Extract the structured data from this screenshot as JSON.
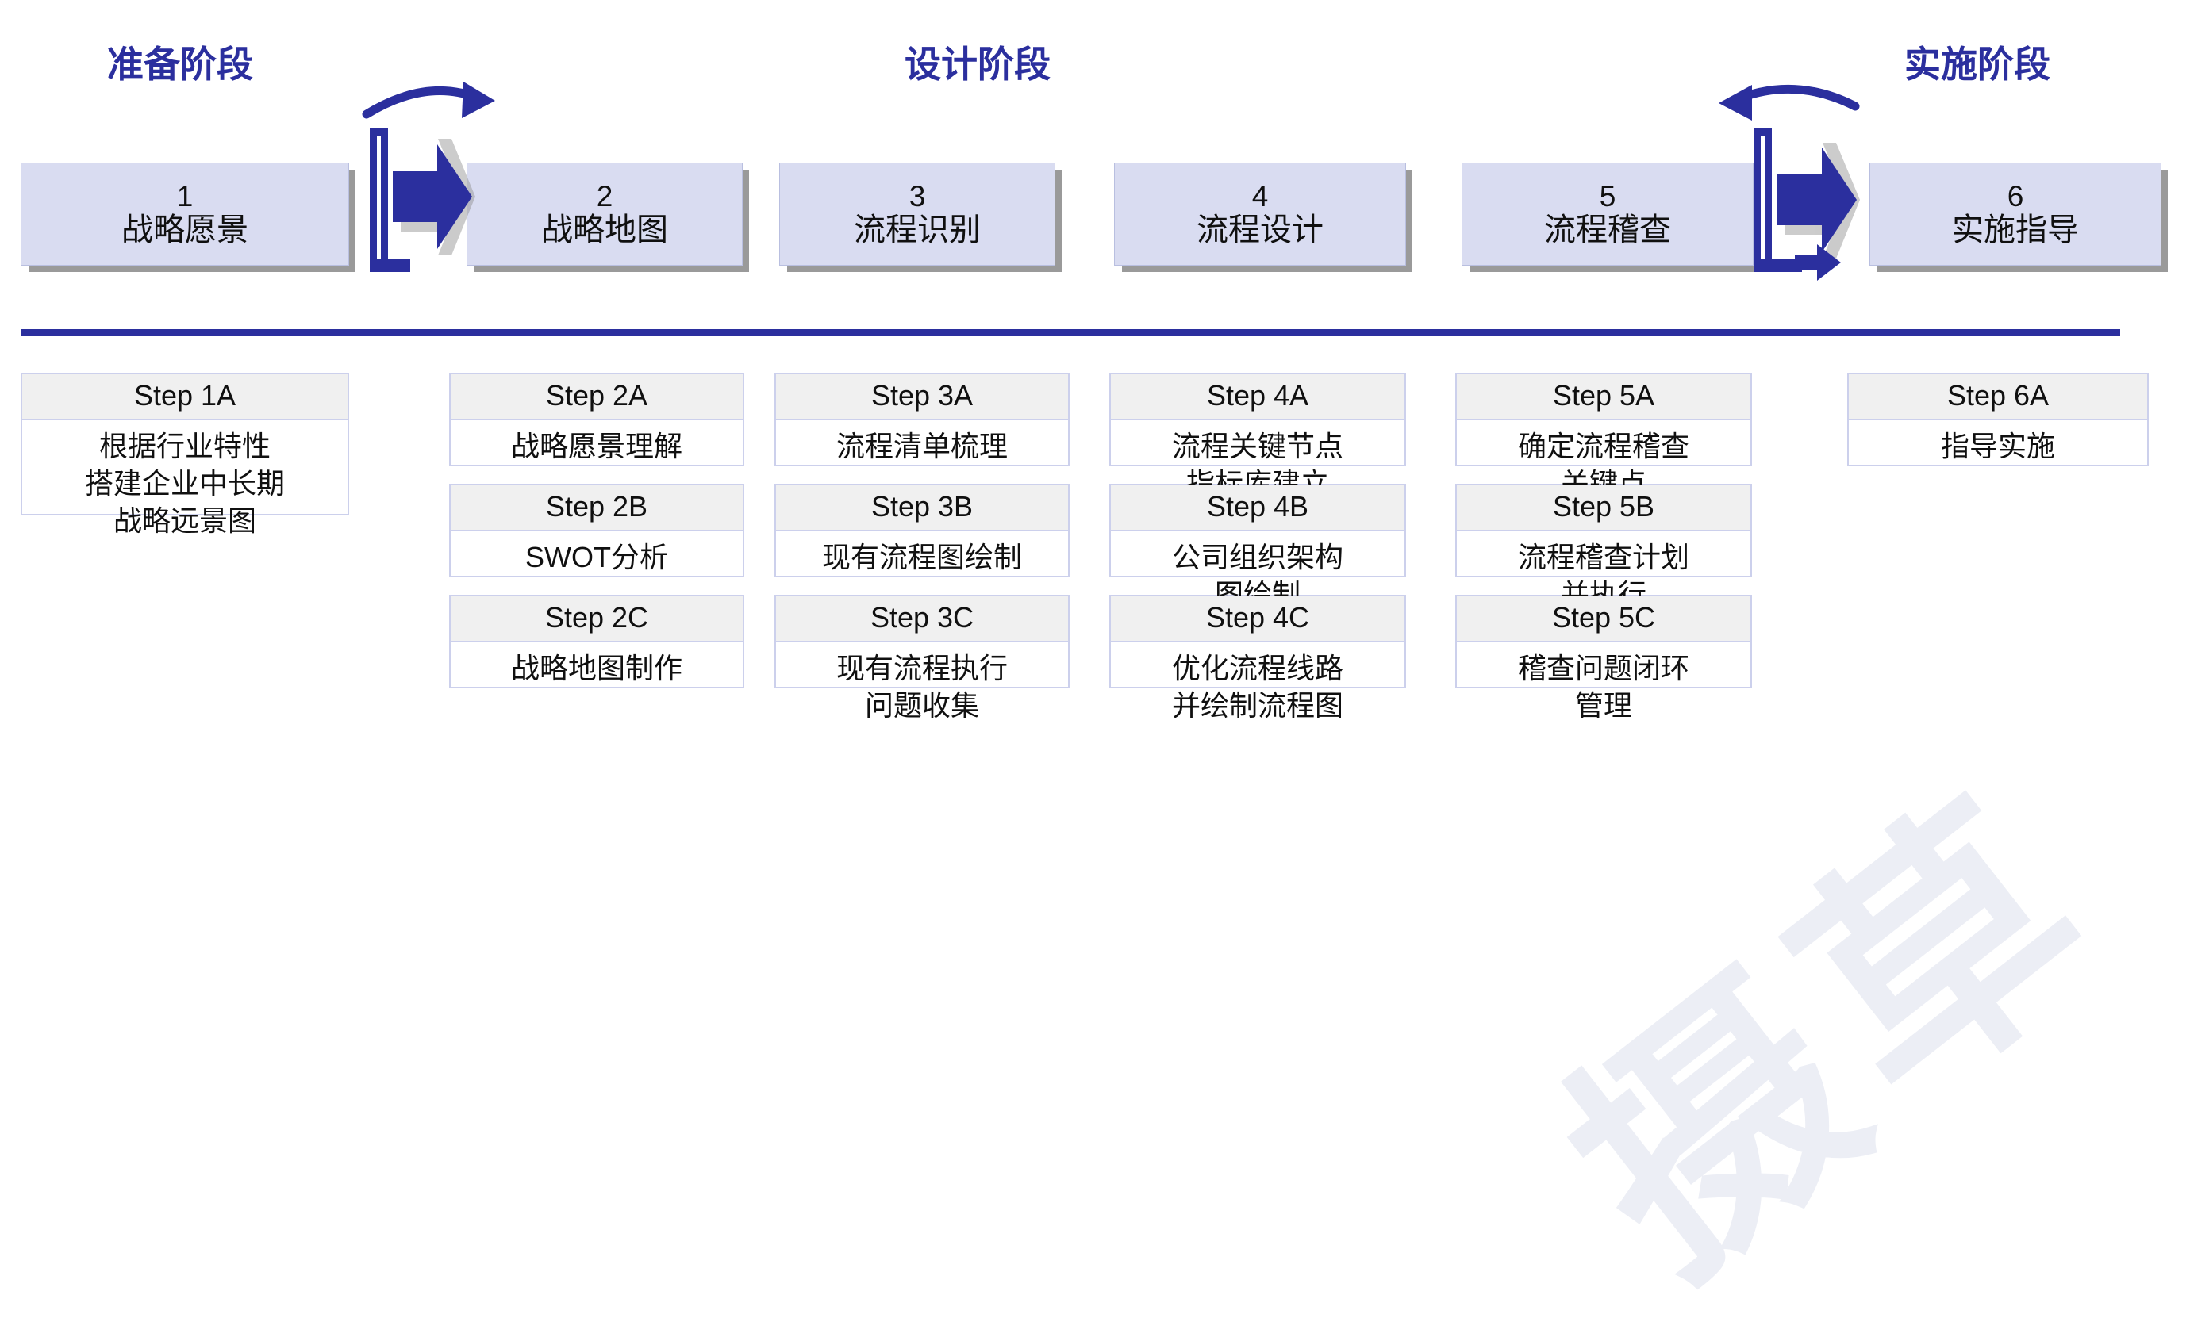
{
  "theme": {
    "accent_navy": "#2b2f9e",
    "box_fill": "#d9dcf1",
    "box_border": "#b9bfe0",
    "card_border": "#ccd0ec",
    "card_header_fill": "#f0f0f0",
    "shadow": "#9a9a9a",
    "page_bg": "#ffffff"
  },
  "watermark": {
    "text": "摄草"
  },
  "phases": [
    {
      "id": "prep",
      "label": "准备阶段"
    },
    {
      "id": "design",
      "label": "设计阶段"
    },
    {
      "id": "impl",
      "label": "实施阶段"
    }
  ],
  "process_boxes": [
    {
      "number": "1",
      "label": "战略愿景"
    },
    {
      "number": "2",
      "label": "战略地图"
    },
    {
      "number": "3",
      "label": "流程识别"
    },
    {
      "number": "4",
      "label": "流程设计"
    },
    {
      "number": "5",
      "label": "流程稽查"
    },
    {
      "number": "6",
      "label": "实施指导"
    }
  ],
  "connectors": [
    {
      "id": "connector-after-1",
      "direction": "right",
      "curve": "right"
    },
    {
      "id": "connector-after-5",
      "direction": "right",
      "curve": "left"
    }
  ],
  "step_columns": [
    {
      "column": 1,
      "cards": [
        {
          "head": "Step 1A",
          "body": "根据行业特性\n搭建企业中长期\n战略远景图"
        }
      ]
    },
    {
      "column": 2,
      "cards": [
        {
          "head": "Step 2A",
          "body": "战略愿景理解"
        },
        {
          "head": "Step 2B",
          "body": "SWOT分析"
        },
        {
          "head": "Step 2C",
          "body": "战略地图制作"
        }
      ]
    },
    {
      "column": 3,
      "cards": [
        {
          "head": "Step 3A",
          "body": "流程清单梳理"
        },
        {
          "head": "Step 3B",
          "body": "现有流程图绘制"
        },
        {
          "head": "Step 3C",
          "body": "现有流程执行\n问题收集"
        }
      ]
    },
    {
      "column": 4,
      "cards": [
        {
          "head": "Step 4A",
          "body": "流程关键节点\n指标库建立"
        },
        {
          "head": "Step 4B",
          "body": "公司组织架构\n图绘制"
        },
        {
          "head": "Step 4C",
          "body": "优化流程线路\n并绘制流程图"
        }
      ]
    },
    {
      "column": 5,
      "cards": [
        {
          "head": "Step 5A",
          "body": "确定流程稽查\n关键点"
        },
        {
          "head": "Step 5B",
          "body": "流程稽查计划\n并执行"
        },
        {
          "head": "Step 5C",
          "body": "稽查问题闭环\n管理"
        }
      ]
    },
    {
      "column": 6,
      "cards": [
        {
          "head": "Step 6A",
          "body": "指导实施"
        }
      ]
    }
  ]
}
